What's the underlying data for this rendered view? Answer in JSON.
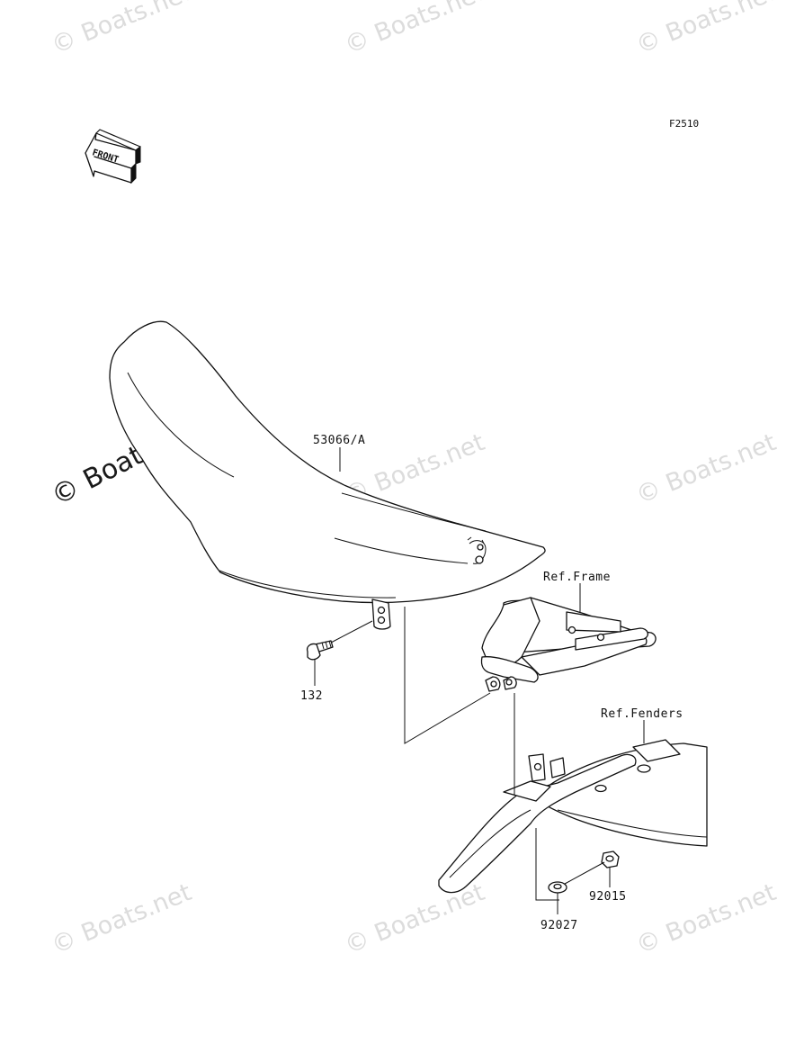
{
  "diagram_code": "F2510",
  "front_label": "FRONT",
  "watermark_text": "Boats.net",
  "copyright_symbol": "©",
  "parts": [
    {
      "number": "53066/A"
    },
    {
      "number": "132"
    },
    {
      "number": "92027"
    },
    {
      "number": "92015"
    }
  ],
  "references": [
    {
      "label": "Ref.Frame"
    },
    {
      "label": "Ref.Fenders"
    }
  ]
}
